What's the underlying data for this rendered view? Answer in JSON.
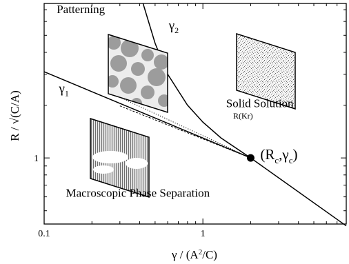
{
  "chart_data": {
    "type": "line",
    "x_scale": "log",
    "y_scale": "log",
    "xlim": [
      0.1,
      8
    ],
    "ylim": [
      0.42,
      7.6
    ],
    "grid": false,
    "legend": "none",
    "xlabel": "γ / (A²/C)",
    "ylabel": "R / √(C/A)",
    "x_ticks": [
      {
        "value": 0.1,
        "label": "0.1"
      },
      {
        "value": 1,
        "label": "1"
      }
    ],
    "y_ticks": [
      {
        "value": 1,
        "label": "1"
      }
    ],
    "critical_point": {
      "x": 2.0,
      "y": 1.0
    },
    "series": [
      {
        "key": "gamma1",
        "style": "solid",
        "points": [
          [
            0.1,
            3.1
          ],
          [
            2.0,
            1.0
          ],
          [
            8.0,
            0.41
          ]
        ]
      },
      {
        "key": "gamma2",
        "style": "solid",
        "points": [
          [
            0.42,
            7.6
          ],
          [
            0.5,
            4.5
          ],
          [
            0.6,
            3.0
          ],
          [
            0.8,
            2.0
          ],
          [
            1.0,
            1.6
          ],
          [
            1.3,
            1.3
          ],
          [
            2.0,
            1.0
          ]
        ]
      },
      {
        "key": "kr",
        "style": "dashed",
        "points": [
          [
            0.3,
            1.98
          ],
          [
            2.0,
            1.0
          ]
        ]
      },
      {
        "key": "kr_alt",
        "style": "dotted",
        "points": [
          [
            0.29,
            2.25
          ],
          [
            2.0,
            1.0
          ]
        ]
      }
    ],
    "annotations": [
      {
        "key": "patterning",
        "text": "Patterning",
        "x": 0.12,
        "y": 6.7,
        "size": 17
      },
      {
        "key": "gamma2",
        "text": "γ",
        "subscript": "2",
        "x": 0.61,
        "y": 5.4,
        "size": 19
      },
      {
        "key": "gamma1",
        "text": "γ",
        "subscript": "1",
        "x": 0.124,
        "y": 2.35,
        "size": 19
      },
      {
        "key": "solid-solution",
        "text": "Solid Solution",
        "x": 1.4,
        "y": 1.95,
        "size": 17
      },
      {
        "key": "kr",
        "text": "R(Kr)",
        "x": 1.55,
        "y": 1.68,
        "size": 12
      },
      {
        "key": "critical",
        "text": "(R",
        "subscript": "c",
        "mid": ",γ",
        "subscript2": "c",
        "tail": ")",
        "x": 2.3,
        "y": 0.985,
        "size": 21
      },
      {
        "key": "macro",
        "text": "Macroscopic Phase Separation",
        "x": 0.137,
        "y": 0.6,
        "size": 17
      }
    ],
    "insets": [
      {
        "key": "patterning",
        "pattern": "patches"
      },
      {
        "key": "solid-solution",
        "pattern": "speckle"
      },
      {
        "key": "macroscopic-separation",
        "pattern": "stripes"
      }
    ]
  }
}
